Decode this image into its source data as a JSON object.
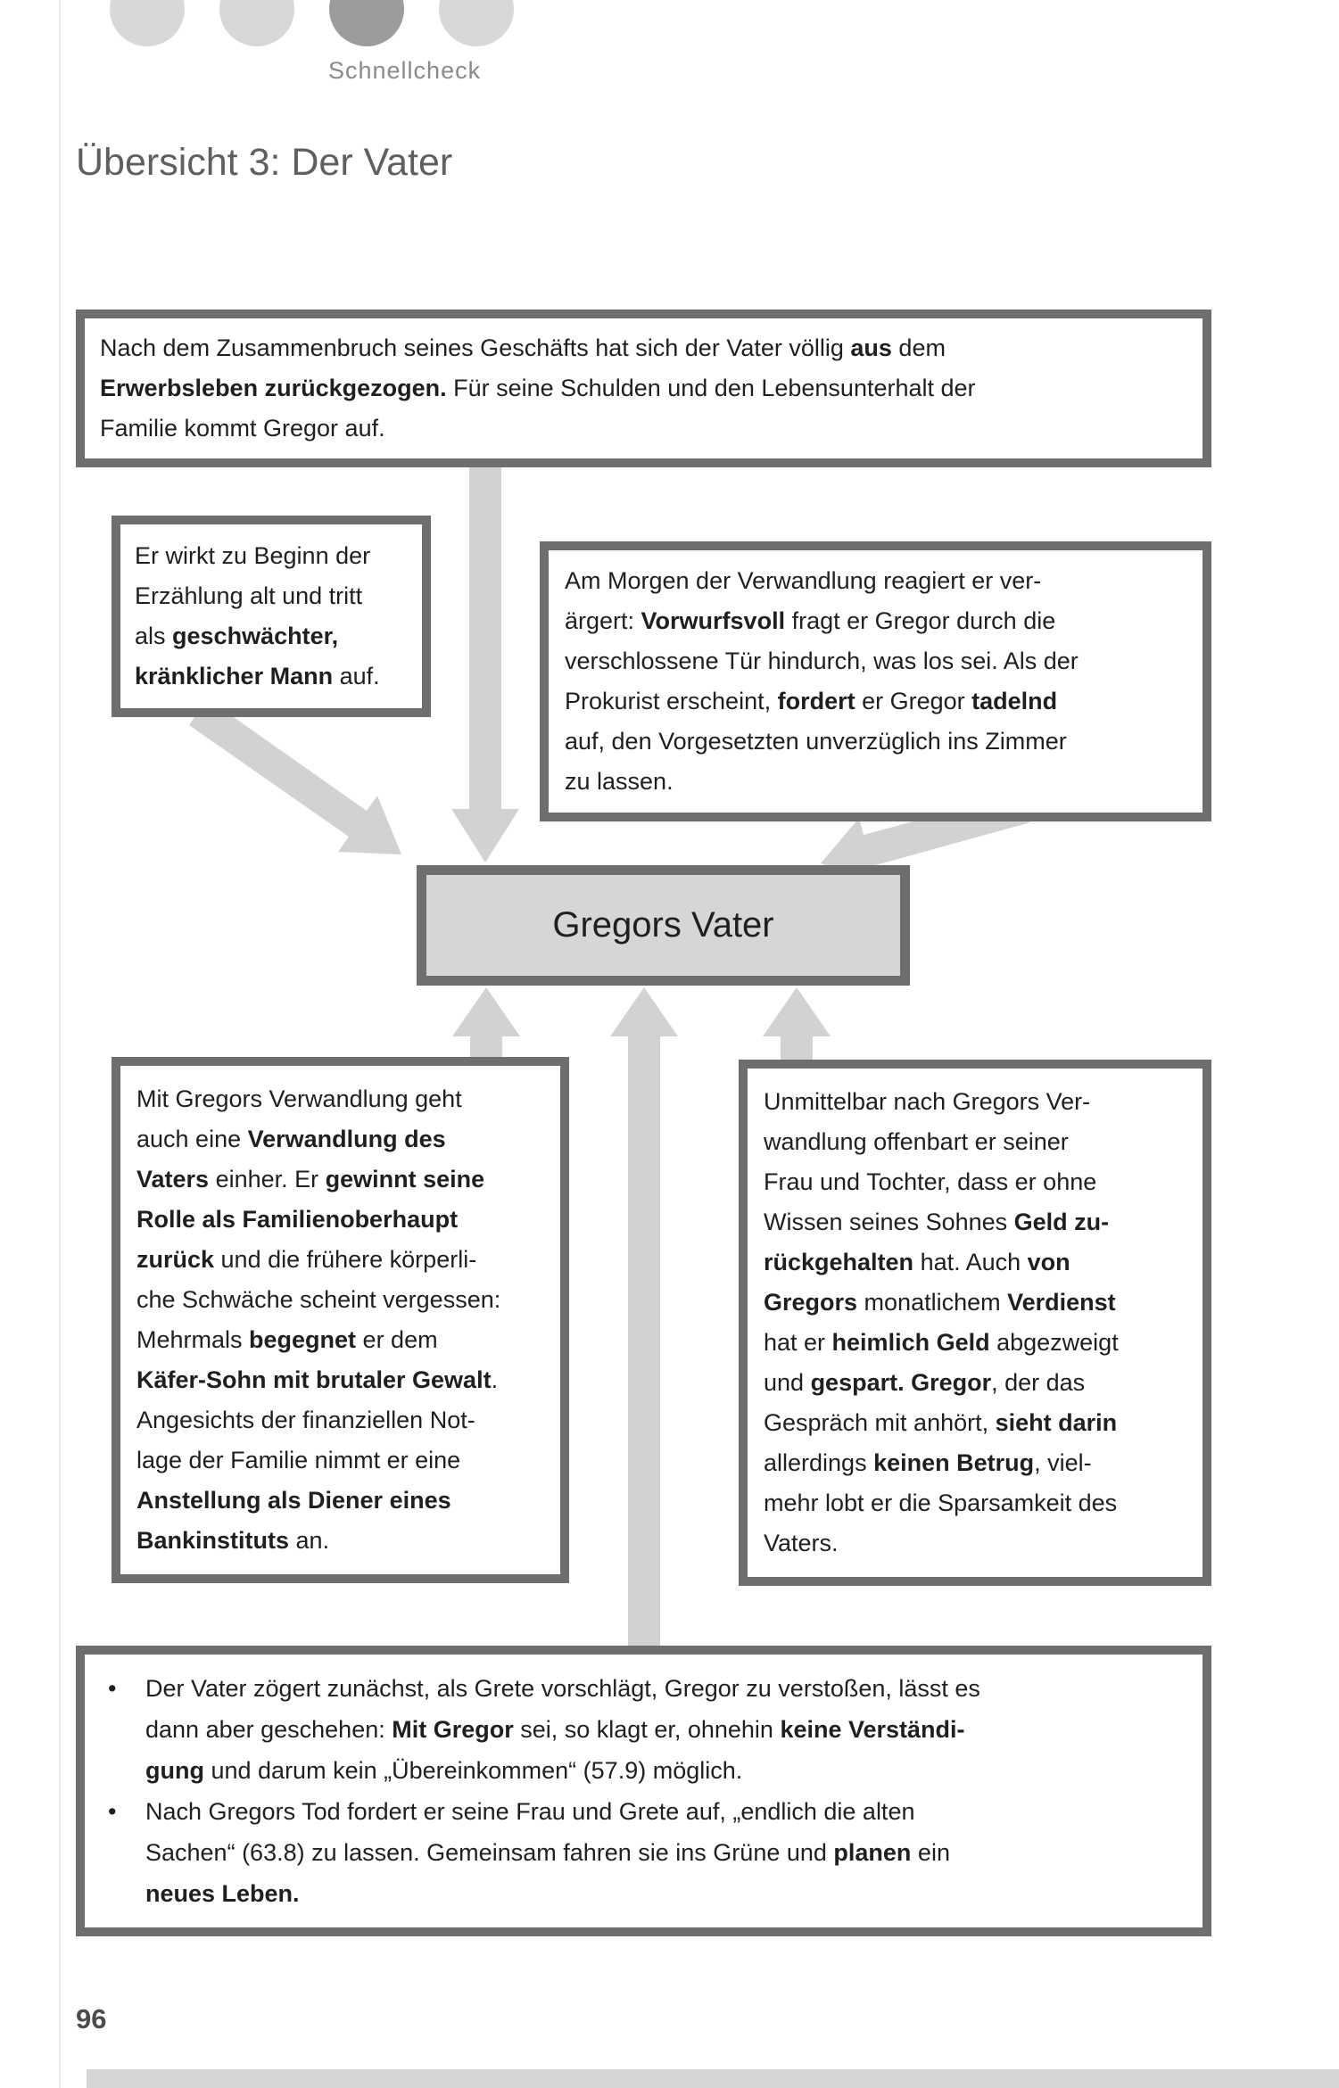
{
  "page": {
    "header": {
      "label": "Schnellcheck",
      "dots": [
        "inactive",
        "inactive",
        "active",
        "inactive"
      ]
    },
    "title": "Übersicht 3: Der Vater",
    "page_number": "96"
  },
  "colors": {
    "box_border": "#6e6e6e",
    "arrow": "#d2d2d2",
    "center_fill": "#d6d6d6",
    "dot_inactive": "#d8d8d8",
    "dot_active": "#9c9c9c",
    "text": "#1f1f1f",
    "muted": "#8a8a8a",
    "title": "#5f5f5f"
  },
  "boxes": {
    "top": {
      "lines": [
        [
          "Nach dem Zusammenbruch seines Geschäfts hat sich der Vater völlig ",
          {
            "b": "aus"
          },
          " dem"
        ],
        [
          {
            "b": "Erwerbsleben zurückgezogen."
          },
          " Für seine Schulden und den Lebensunterhalt der"
        ],
        [
          "Familie kommt Gregor auf."
        ]
      ]
    },
    "left": {
      "lines": [
        [
          "Er wirkt zu Beginn der"
        ],
        [
          "Erzählung alt und tritt"
        ],
        [
          "als ",
          {
            "b": "geschwächter,"
          }
        ],
        [
          {
            "b": "kränklicher Mann"
          },
          " auf."
        ]
      ]
    },
    "right": {
      "lines": [
        [
          "Am Morgen der Verwandlung reagiert er ver-"
        ],
        [
          "ärgert: ",
          {
            "b": "Vorwurfsvoll"
          },
          " fragt er Gregor durch die"
        ],
        [
          "verschlossene Tür hindurch, was los sei. Als der"
        ],
        [
          "Prokurist erscheint, ",
          {
            "b": "fordert"
          },
          " er Gregor ",
          {
            "b": "tadelnd"
          }
        ],
        [
          "auf, den Vorgesetzten unverzüglich ins Zimmer"
        ],
        [
          "zu lassen."
        ]
      ]
    },
    "center": {
      "label": "Gregors Vater"
    },
    "bottom_left": {
      "lines": [
        [
          "Mit Gregors Verwandlung geht"
        ],
        [
          "auch eine ",
          {
            "b": "Verwandlung des"
          }
        ],
        [
          {
            "b": "Vaters"
          },
          " einher. Er ",
          {
            "b": "gewinnt seine"
          }
        ],
        [
          {
            "b": "Rolle als Familienoberhaupt"
          }
        ],
        [
          {
            "b": "zurück"
          },
          " und die frühere körperli-"
        ],
        [
          "che Schwäche scheint vergessen:"
        ],
        [
          "Mehrmals ",
          {
            "b": "begegnet"
          },
          " er dem"
        ],
        [
          {
            "b": "Käfer-Sohn mit brutaler Gewalt"
          },
          "."
        ],
        [
          "Angesichts der finanziellen Not-"
        ],
        [
          "lage der Familie nimmt er eine"
        ],
        [
          {
            "b": "Anstellung als Diener eines"
          }
        ],
        [
          {
            "b": "Bankinstituts"
          },
          " an."
        ]
      ]
    },
    "bottom_right": {
      "lines": [
        [
          "Unmittelbar nach Gregors Ver-"
        ],
        [
          "wandlung offenbart er seiner"
        ],
        [
          "Frau und Tochter, dass er ohne"
        ],
        [
          "Wissen seines Sohnes ",
          {
            "b": "Geld zu-"
          }
        ],
        [
          {
            "b": "rückgehalten"
          },
          " hat. Auch ",
          {
            "b": "von"
          }
        ],
        [
          {
            "b": "Gregors"
          },
          " monatlichem ",
          {
            "b": "Verdienst"
          }
        ],
        [
          "hat er ",
          {
            "b": "heimlich Geld"
          },
          " abgezweigt"
        ],
        [
          "und ",
          {
            "b": "gespart. Gregor"
          },
          ", der das"
        ],
        [
          "Gespräch mit anhört, ",
          {
            "b": "sieht darin"
          }
        ],
        [
          "allerdings ",
          {
            "b": "keinen Betrug"
          },
          ", viel-"
        ],
        [
          "mehr lobt er die Sparsamkeit des"
        ],
        [
          "Vaters."
        ]
      ]
    },
    "bullets": {
      "marker": "•",
      "items": [
        {
          "lines": [
            [
              "Der Vater zögert zunächst, als Grete vorschlägt, Gregor zu verstoßen, lässt es"
            ],
            [
              "dann aber geschehen: ",
              {
                "b": "Mit Gregor"
              },
              " sei, so klagt er, ohnehin ",
              {
                "b": "keine Verständi-"
              }
            ],
            [
              {
                "b": "gung"
              },
              " und darum kein „Übereinkommen“ (57.9) möglich."
            ]
          ]
        },
        {
          "lines": [
            [
              "Nach Gregors Tod fordert er seine Frau und Grete auf, „endlich die alten"
            ],
            [
              "Sachen“ (63.8) zu lassen. Gemeinsam fahren sie ins Grüne und ",
              {
                "b": "planen"
              },
              " ein"
            ],
            [
              {
                "b": "neues Leben."
              }
            ]
          ]
        }
      ]
    }
  }
}
